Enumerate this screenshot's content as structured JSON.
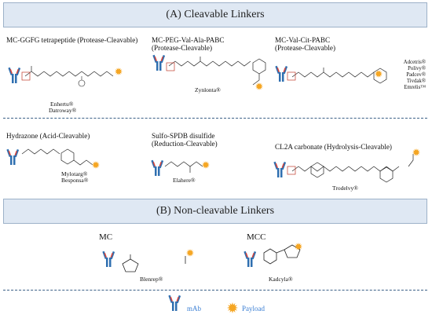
{
  "sections": {
    "cleavable_title": "(A) Cleavable Linkers",
    "noncleavable_title": "(B) Non-cleavable Linkers"
  },
  "linkers": {
    "ggfg": {
      "name": "MC-GGFG tetrapeptide (Protease-Cleavable)",
      "drugs": [
        "Enhertu®",
        "Datroway®"
      ]
    },
    "peg_val_ala": {
      "name_line1": "MC-PEG-Val-Ala-PABC",
      "name_line2": "(Protease-Cleavable)",
      "drugs": [
        "Zynlonta®"
      ]
    },
    "val_cit": {
      "name_line1": "MC-Val-Cit-PABC",
      "name_line2": "(Protease-Cleavable)",
      "drugs": [
        "Adcetris®",
        "Polivy®",
        "Padcev®",
        "Tivdak®",
        "Emrelis™"
      ]
    },
    "hydrazone": {
      "name": "Hydrazone (Acid-Cleavable)",
      "drugs": [
        "Mylotarg®",
        "Besponsa®"
      ]
    },
    "sulfo_spdb": {
      "name_line1": "Sulfo-SPDB disulfide",
      "name_line2": "(Reduction-Cleavable)",
      "drugs": [
        "Elahere®"
      ]
    },
    "cl2a": {
      "name": "CL2A carbonate (Hydrolysis-Cleavable)",
      "drugs": [
        "Trodelvy®"
      ]
    },
    "mc": {
      "name": "MC",
      "drugs": [
        "Blenrep®"
      ]
    },
    "mcc": {
      "name": "MCC",
      "drugs": [
        "Kadcyla®"
      ]
    }
  },
  "legend": {
    "mab": "mAb",
    "payload": "Payload"
  },
  "colors": {
    "banner_bg": "#dfe8f3",
    "antibody_blue": "#2f6fb0",
    "antibody_red": "#d8453b",
    "payload": "#f5a623",
    "legend_text": "#3b7fd4",
    "divider": "#3a5f86"
  }
}
